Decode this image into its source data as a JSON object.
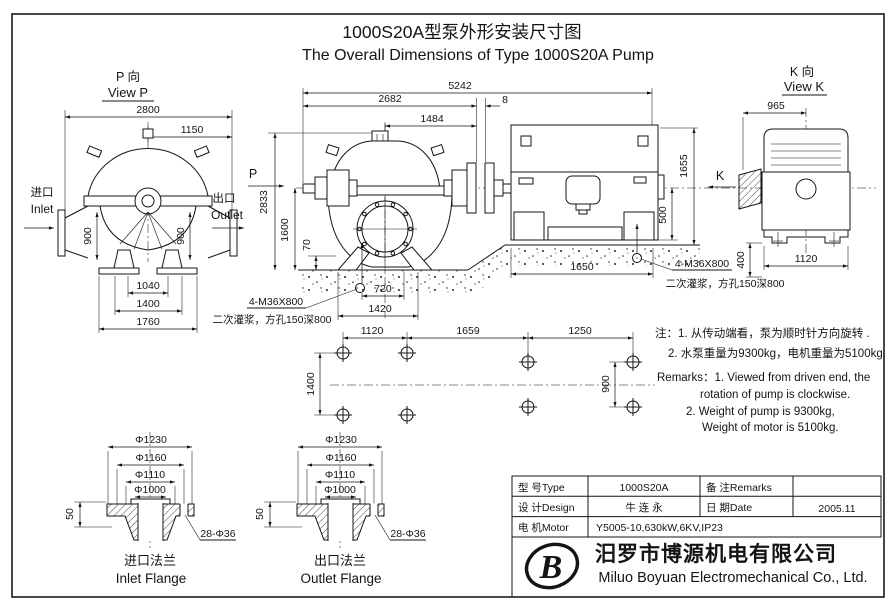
{
  "title": {
    "zh": "1000S20A型泵外形安装尺寸图",
    "en": "The Overall Dimensions of Type 1000S20A Pump"
  },
  "view_p": {
    "label_zh": "P 向",
    "label_en": "View P",
    "inlet_zh": "进口",
    "inlet_en": "Inlet",
    "outlet_zh": "出口",
    "outlet_en": "Outlet",
    "dim_2800": "2800",
    "dim_1150": "1150",
    "dim_900_left": "900",
    "dim_900_right": "900",
    "dim_1040": "1040",
    "dim_1400": "1400",
    "dim_1760": "1760"
  },
  "main_view": {
    "p_arrow": "P",
    "k_arrow": "K",
    "dim_5242": "5242",
    "dim_2682": "2682",
    "dim_8": "8",
    "dim_1484": "1484",
    "dim_2833": "2833",
    "dim_1600": "1600",
    "dim_70": "70",
    "dim_720": "720",
    "dim_1420": "1420",
    "dim_1120": "1120",
    "dim_1659": "1659",
    "dim_1250": "1250",
    "dim_1400": "1400",
    "dim_900": "900",
    "dim_1650": "1650",
    "dim_500": "500",
    "dim_1655": "1655",
    "pump_anchor_label": "4-M36X800",
    "pump_grout_label": "二次灌浆，方孔150深800",
    "motor_anchor_label": "4-M36X800",
    "motor_grout_label": "二次灌浆，方孔150深800"
  },
  "view_k": {
    "label_zh": "K 向",
    "label_en": "View K",
    "dim_965": "965",
    "dim_1120": "1120",
    "dim_400": "400"
  },
  "inlet_flange": {
    "d1": "Φ1230",
    "d2": "Φ1160",
    "d3": "Φ1110",
    "d4": "Φ1000",
    "thickness": "50",
    "holes": "28-Φ36",
    "label_zh": "进口法兰",
    "label_en": "Inlet Flange"
  },
  "outlet_flange": {
    "d1": "Φ1230",
    "d2": "Φ1160",
    "d3": "Φ1110",
    "d4": "Φ1000",
    "thickness": "50",
    "holes": "28-Φ36",
    "label_zh": "出口法兰",
    "label_en": "Outlet Flange"
  },
  "notes": {
    "zh_line1": "注：1. 从传动端看，泵为顺时针方向旋转 .",
    "zh_line2": "2. 水泵重量为9300kg，电机重量为5100kg.",
    "en_line1": "Remarks：1. Viewed from driven end, the",
    "en_line2": "rotation of pump is  clockwise.",
    "en_line3": "2. Weight of pump is 9300kg,",
    "en_line4": "Weight of motor is 5100kg."
  },
  "title_block": {
    "type_label": "型 号Type",
    "type_value": "1000S20A",
    "remarks_label": "备 注Remarks",
    "remarks_value": "",
    "design_label": "设 计Design",
    "design_value": "牛 连 永",
    "date_label": "日 期Date",
    "date_value": "2005.11",
    "motor_label": "电 机Motor",
    "motor_value": "Y5005-10,630kW,6KV,IP23"
  },
  "company": {
    "logo_letter": "B",
    "name_zh": "汨罗市博源机电有限公司",
    "name_en": "Miluo Boyuan Electromechanical Co., Ltd."
  }
}
